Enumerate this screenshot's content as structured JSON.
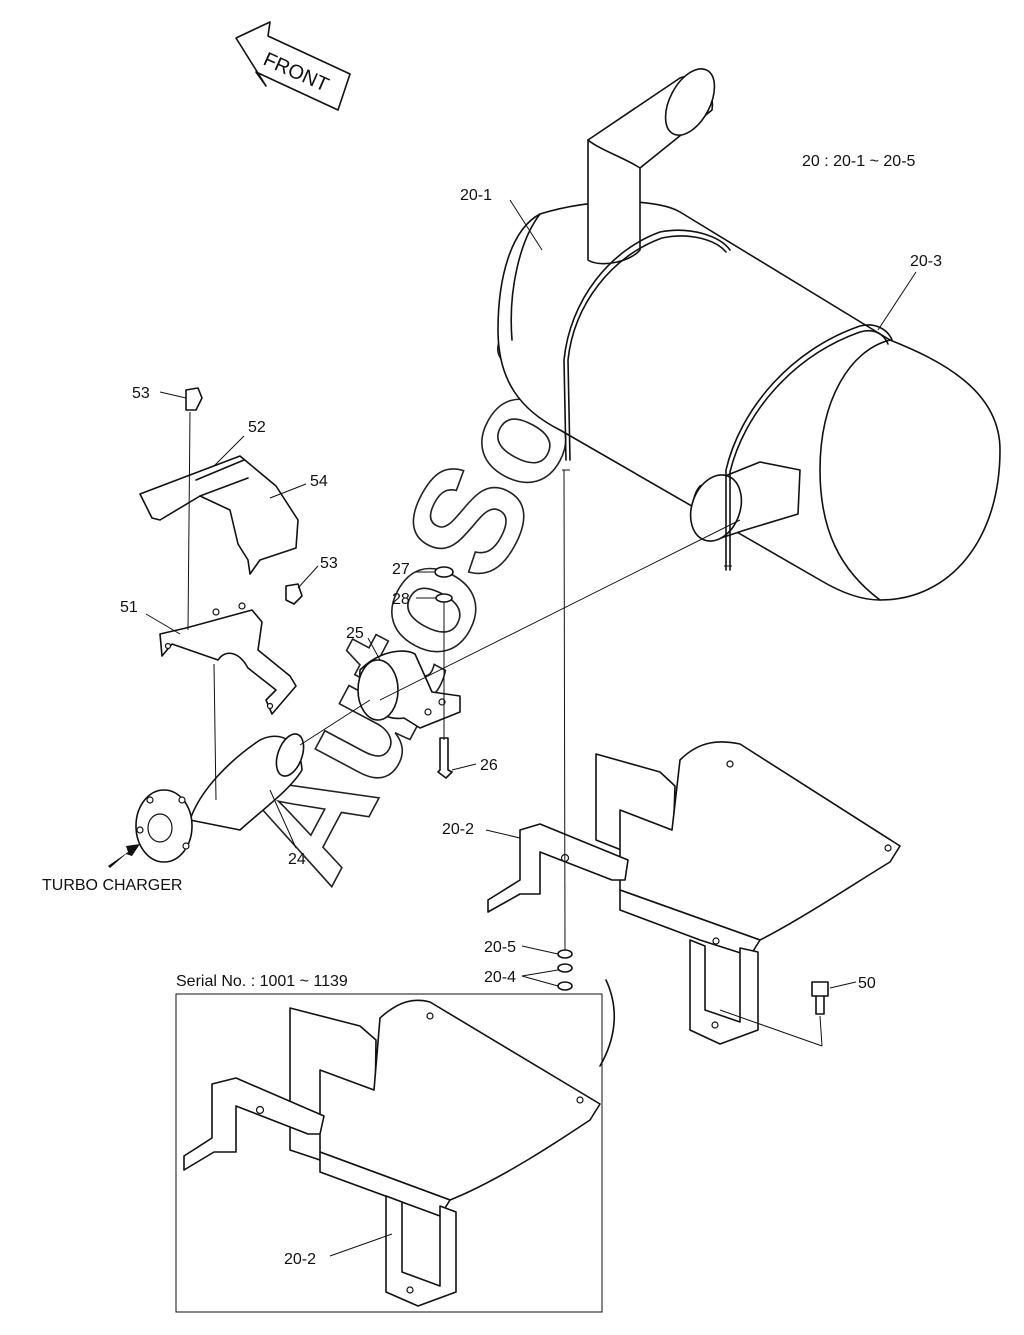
{
  "direction": {
    "label": "FRONT",
    "icon": "front-arrow-icon"
  },
  "assembly_note": "20 : 20-1 ~ 20-5",
  "turbo_label": "TURBO CHARGER",
  "inset": {
    "caption": "Serial No. : 1001 ~ 1139",
    "label": "20-2"
  },
  "watermark": "AutoSoft",
  "callouts": {
    "c20_1": "20-1",
    "c20_3": "20-3",
    "c53_top": "53",
    "c52": "52",
    "c54": "54",
    "c53_mid": "53",
    "c51": "51",
    "c27": "27",
    "c28": "28",
    "c25": "25",
    "c26": "26",
    "c24": "24",
    "c20_2": "20-2",
    "c20_5": "20-5",
    "c20_4": "20-4",
    "c50": "50"
  }
}
